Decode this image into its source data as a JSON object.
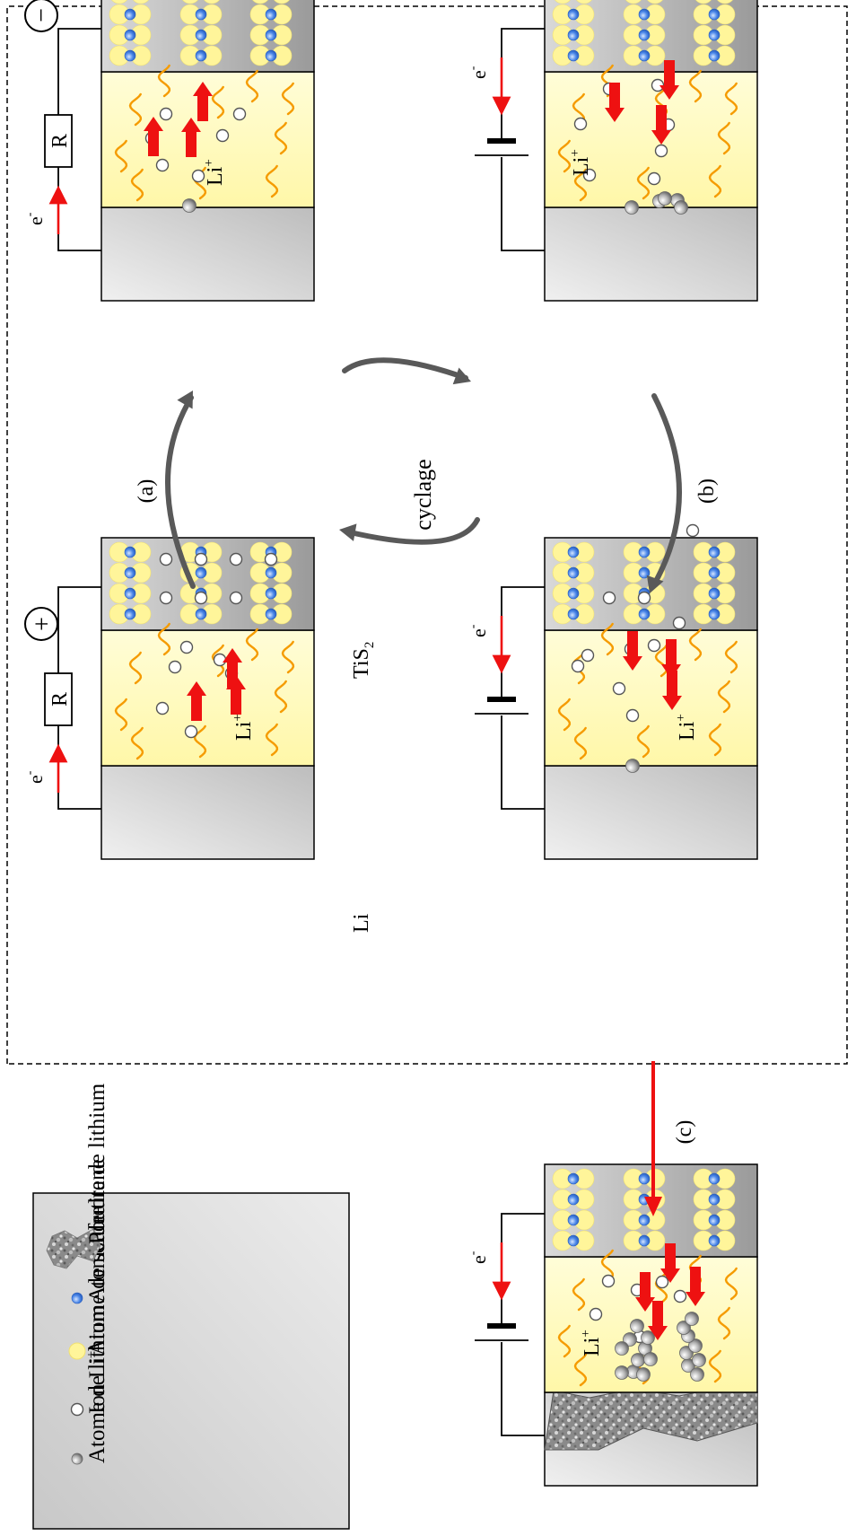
{
  "labels": {
    "li": "Li",
    "tis2_main": "TiS",
    "tis2_sub": "2",
    "li_ion": "Li",
    "plus_sup": "+",
    "electron": "e",
    "electron_sup": "-",
    "resistor": "R",
    "terminal_minus": "−",
    "terminal_plus": "+",
    "step_a": "(a)",
    "step_b": "(b)",
    "step_c": "(c)",
    "cycling": "cyclage"
  },
  "legend": {
    "items": [
      {
        "label": "Atome de lithium",
        "icon": "lithium-atom"
      },
      {
        "label": "Ion Li",
        "sup": "+",
        "icon": "lithium-ion"
      },
      {
        "label": "Atome de soufre",
        "icon": "sulfur-atom"
      },
      {
        "label": "Atome de titane",
        "icon": "titanium-atom"
      },
      {
        "label": "Poudre de lithium",
        "icon": "lithium-powder"
      }
    ]
  },
  "colors": {
    "electrolyte": "#fffbb0",
    "sulfur": "#fff59a",
    "titanium": "#4a86e8",
    "arrow_red": "#ee1111",
    "flow_arrow": "#595959",
    "legend_bg": "#dcdcdc",
    "lithium_metal": "#d4d4d4",
    "chain": "#f59b00"
  }
}
